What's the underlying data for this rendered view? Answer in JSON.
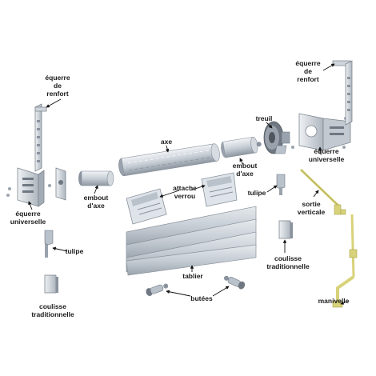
{
  "labels": {
    "equerre_renfort_left": [
      "équerre",
      "de",
      "renfort"
    ],
    "equerre_renfort_right": [
      "équerre",
      "de",
      "renfort"
    ],
    "treuil": "treuil",
    "axe": "axe",
    "equerre_universelle_right": [
      "équerre",
      "universelle"
    ],
    "equerre_universelle_left": [
      "équerre",
      "universelle"
    ],
    "embout_axe_left": [
      "embout",
      "d'axe"
    ],
    "embout_axe_right": [
      "embout",
      "d'axe"
    ],
    "attache_verrou": [
      "attache",
      "verrou"
    ],
    "tulipe_right": "tulipe",
    "tulipe_left": "tulipe",
    "sortie_verticale": [
      "sortie",
      "verticale"
    ],
    "coulisse_right": [
      "coulisse",
      "traditionnelle"
    ],
    "coulisse_left": [
      "coulisse",
      "traditionnelle"
    ],
    "tablier": "tablier",
    "butees": "butées",
    "manivelle": "manivelle"
  },
  "colors": {
    "metal_light": "#dfe4ea",
    "metal_mid": "#b9c1ca",
    "metal_dark": "#8a939d",
    "crank_yellow": "#d8d27a",
    "text": "#1b1b1b"
  }
}
